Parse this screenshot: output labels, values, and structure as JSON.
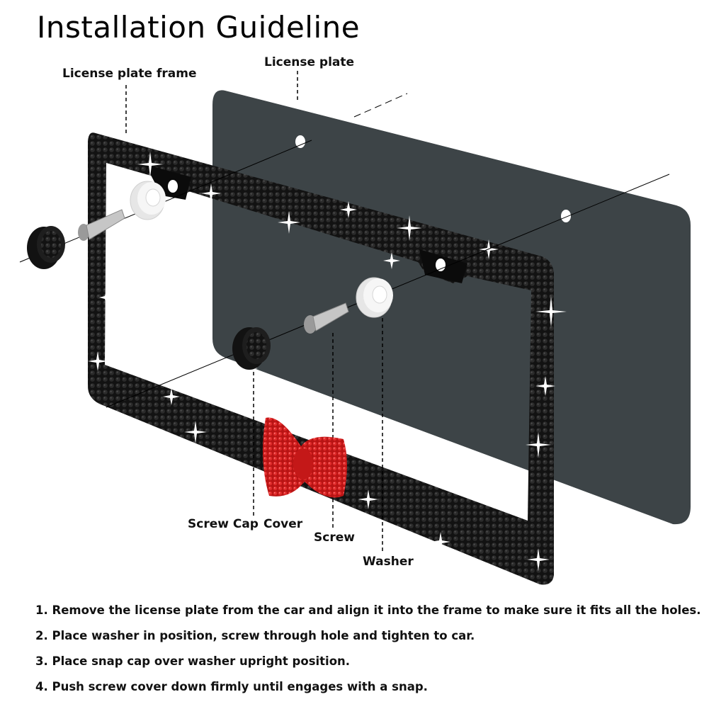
{
  "title": "Installation Guideline",
  "labels": {
    "frame": "License plate frame",
    "plate": "License plate",
    "screw_cap": "Screw Cap",
    "cover": "Cover",
    "screw": "Screw",
    "washer": "Washer"
  },
  "steps": [
    "1. Remove the license plate from the car and align it into the frame to make sure it fits all the holes.",
    "2. Place washer in position, screw through hole and tighten to car.",
    "3. Place snap cap over washer upright position.",
    "4. Push screw cover down firmly until engages with a snap."
  ],
  "colors": {
    "plate": "#3d4447",
    "frame": "#151515",
    "bow": "#d81e1e",
    "washer": "#f2f2f2",
    "screw": "#b8b8b8"
  }
}
